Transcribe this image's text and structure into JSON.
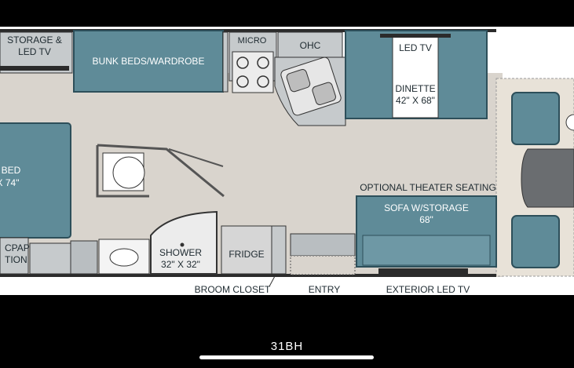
{
  "labels": {
    "storage_tv_line1": "STORAGE &",
    "storage_tv_line2": "LED TV",
    "bunk_beds": "BUNK BEDS/WARDROBE",
    "micro": "MICRO",
    "ohc": "OHC",
    "led_tv": "LED TV",
    "dinette_line1": "DINETTE",
    "dinette_line2": "42\" X 68\"",
    "bed_line1": "BED",
    "bed_line2": "X 74\"",
    "cpap_line1": "CPAP",
    "cpap_line2": "TION",
    "shower_line1": "SHOWER",
    "shower_line2": "32\" X 32\"",
    "fridge": "FRIDGE",
    "optional_theater": "OPTIONAL THEATER SEATING",
    "sofa_line1": "SOFA W/STORAGE",
    "sofa_line2": "68\"",
    "broom_closet": "BROOM CLOSET",
    "entry": "ENTRY",
    "exterior_tv": "EXTERIOR LED TV"
  },
  "caption": "31BH",
  "colors": {
    "floor": "#d9d4cd",
    "teal": "#5f8b98",
    "teal_dark": "#3f6470",
    "cabinet": "#c6cacc",
    "line": "#333333"
  }
}
